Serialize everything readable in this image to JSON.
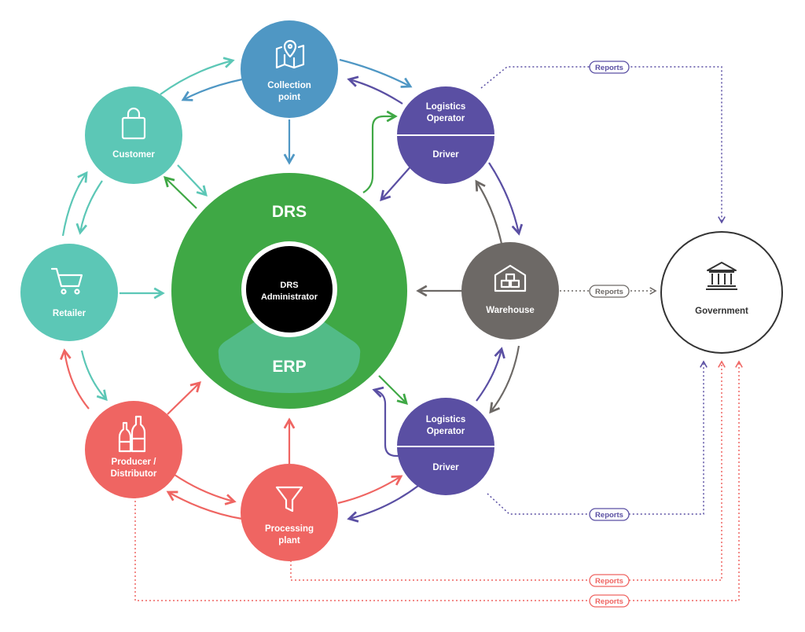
{
  "center": {
    "title": "DRS",
    "core": "DRS Administrator",
    "core_line1": "DRS",
    "core_line2": "Administrator",
    "erp": "ERP"
  },
  "nodes": {
    "collection_point": {
      "line1": "Collection",
      "line2": "point",
      "icon": "map-pin-icon"
    },
    "customer": {
      "label": "Customer",
      "icon": "shopping-bag-icon"
    },
    "retailer": {
      "label": "Retailer",
      "icon": "shopping-cart-icon"
    },
    "producer": {
      "line1": "Producer /",
      "line2": "Distributor",
      "icon": "bottles-icon"
    },
    "processing": {
      "line1": "Processing",
      "line2": "plant",
      "icon": "funnel-icon"
    },
    "logistics_top": {
      "line1": "Logistics",
      "line2": "Operator",
      "lower": "Driver"
    },
    "logistics_bottom": {
      "line1": "Logistics",
      "line2": "Operator",
      "lower": "Driver"
    },
    "warehouse": {
      "label": "Warehouse",
      "icon": "warehouse-icon"
    },
    "government": {
      "label": "Government",
      "icon": "government-building-icon"
    }
  },
  "reports": {
    "top": "Reports",
    "warehouse": "Reports",
    "logistics_bottom": "Reports",
    "processing": "Reports",
    "producer": "Reports"
  },
  "colors": {
    "drs_green": "#3fa845",
    "erp_green": "#52bb87",
    "collection_blue": "#4f97c4",
    "teal": "#5cc7b6",
    "red": "#ef6562",
    "purple": "#5a4fa3",
    "gray": "#6d6966",
    "core_black": "#000000"
  }
}
